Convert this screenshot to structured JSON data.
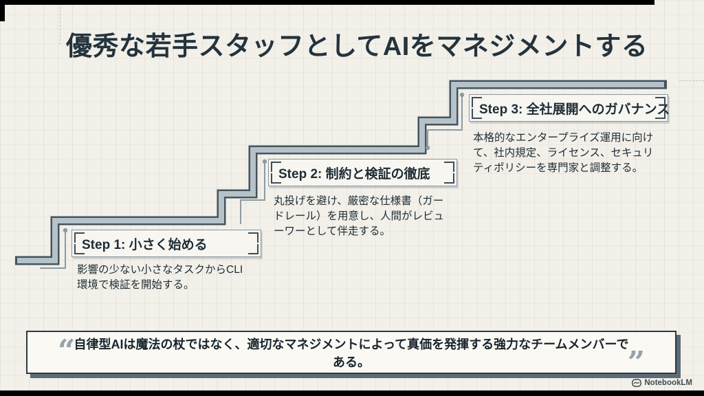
{
  "title": "優秀な若手スタッフとしてAIをマネジメントする",
  "steps": [
    {
      "label": "Step 1: 小さく始める",
      "description": "影響の少ない小さなタスクからCLI環境で検証を開始する。"
    },
    {
      "label": "Step 2: 制約と検証の徹底",
      "description": "丸投げを避け、厳密な仕様書（ガードレール）を用意し、人間がレビューワーとして伴走する。"
    },
    {
      "label": "Step 3: 全社展開へのガバナンス",
      "description": "本格的なエンタープライズ運用に向けて、社内規定、ライセンス、セキュリティポリシーを専門家と調整する。"
    }
  ],
  "quote": {
    "text": "自律型AIは魔法の杖ではなく、適切なマネジメントによって真価を発揮する強力なチームメンバーである。",
    "open_mark": "“",
    "close_mark": "”"
  },
  "branding": {
    "label": "NotebookLM"
  },
  "colors": {
    "background": "#f2f0e9",
    "ink": "#24333d",
    "stair_fill": "#b6c2ca",
    "stair_outline": "#44545e",
    "echo_line": "#8c9aa3",
    "quote_shadow": "#5c6b75"
  }
}
